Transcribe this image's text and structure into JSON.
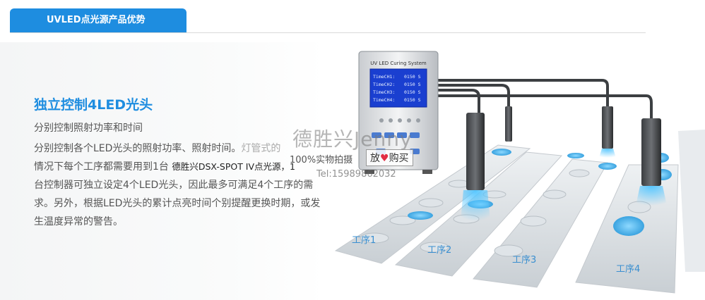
{
  "tab": {
    "label": "UVLED点光源产品优势"
  },
  "content": {
    "headline": "独立控制4LED光头",
    "subhead": "分别控制照射功率和时间",
    "body_1": "分别控制各个LED光头的照射功率、照射时间。",
    "body_faded": "灯管式的",
    "body_2": "情况下每个工序都需要用到1台",
    "model": "德胜兴DSX-SPOT IV点光源，1",
    "body_3": "台控制器可独立设定4个LED光头，因此最多可满足4个工序的需求。另外，根据LED光头的累计点亮时间个别提醒更换时期，或发生温度异常的警告。"
  },
  "device": {
    "title": "UV LED Curing System",
    "rows": [
      {
        "label": "TimeCH1:",
        "value": "0150 S"
      },
      {
        "label": "TimeCH2:",
        "value": "0150 S"
      },
      {
        "label": "TimeCH3:",
        "value": "0150 S"
      },
      {
        "label": "TimeCH4:",
        "value": "0150 S"
      }
    ]
  },
  "stations": [
    "工序1",
    "工序2",
    "工序3",
    "工序4"
  ],
  "watermark": {
    "brand": "德胜兴Jenny",
    "tag": "100%实物拍摄",
    "button_pre": "放",
    "button_post": "购买",
    "tel": "Tel:15989862032"
  },
  "colors": {
    "accent": "#1e8de0",
    "uv_blue": "#3ab3f0",
    "screen": "#1a3fd0"
  }
}
